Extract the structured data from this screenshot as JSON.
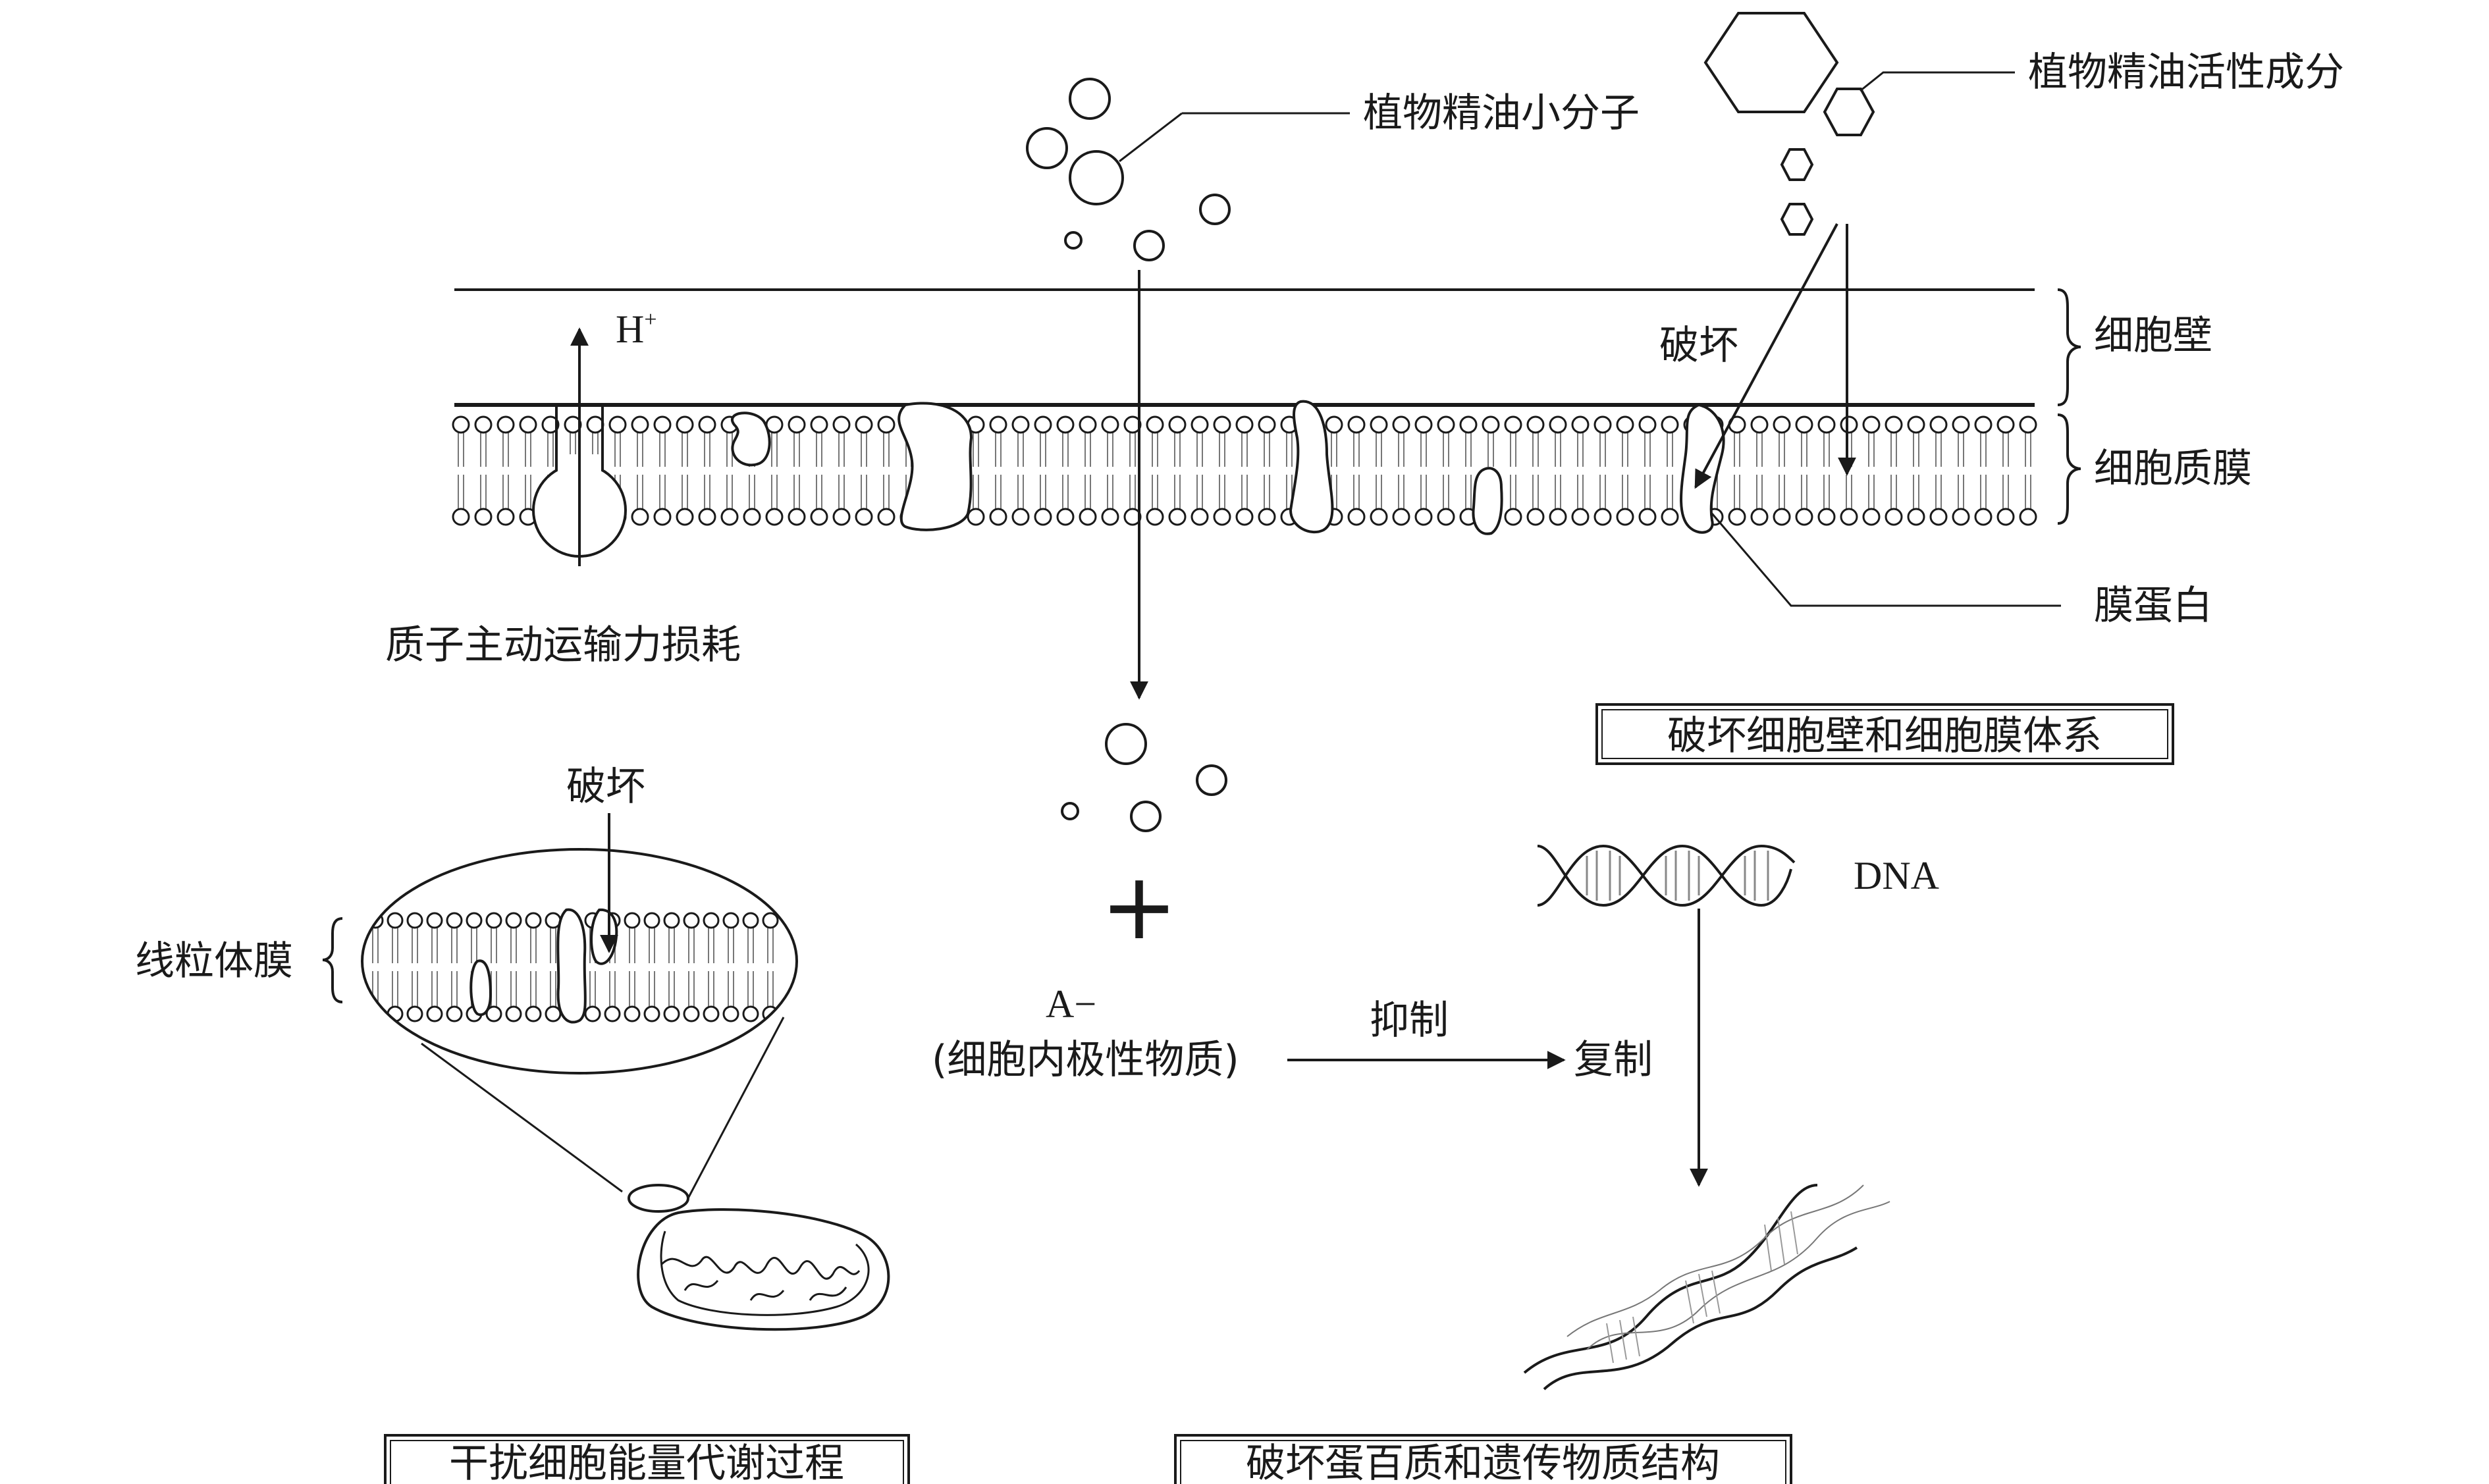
{
  "labels": {
    "small_molecules": "植物精油小分子",
    "active_components": "植物精油活性成分",
    "h_plus": "H",
    "h_plus_sup": "+",
    "cell_wall": "细胞壁",
    "plasma_membrane": "细胞质膜",
    "membrane_protein": "膜蛋白",
    "destroy": "破坏",
    "proton_pump": "质子主动运输力损耗",
    "mito_membrane": "线粒体膜",
    "mito_destroy": "破坏",
    "plus_sign": "+",
    "anion": "A−",
    "polar_substance": "(细胞内极性物质)",
    "inhibit": "抑制",
    "replicate": "复制",
    "dna": "DNA"
  },
  "boxes": {
    "wall_membrane": "破坏细胞壁和细胞膜体系",
    "energy": "干扰细胞能量代谢过程",
    "protein_dna": "破坏蛋百质和遗传物质结构"
  }
}
